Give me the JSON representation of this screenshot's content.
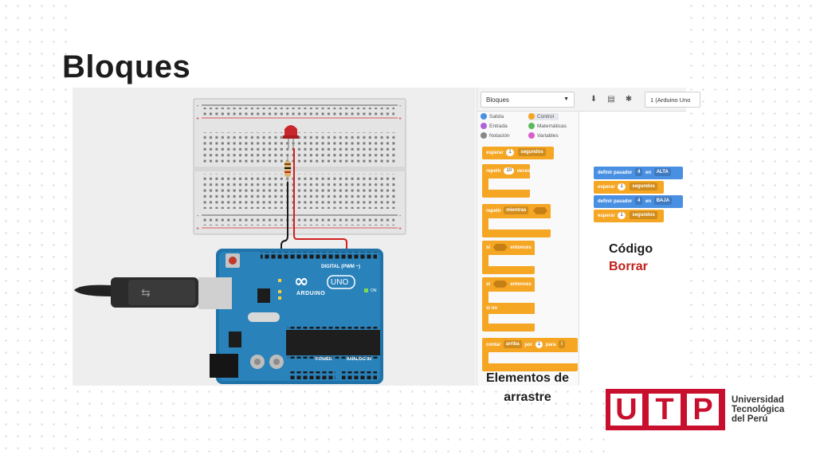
{
  "slide": {
    "title": "Bloques"
  },
  "editor": {
    "toolbar": {
      "mode_select": "Bloques",
      "board_select": "1 (Arduino Uno",
      "icons": [
        "download-icon",
        "upload-icon",
        "bug-icon"
      ]
    },
    "categories": [
      {
        "label": "Salida",
        "color": "#4a90e2"
      },
      {
        "label": "Control",
        "color": "#f5a623"
      },
      {
        "label": "Entrada",
        "color": "#b063d8"
      },
      {
        "label": "Matemáticas",
        "color": "#5cb85c"
      },
      {
        "label": "Notación",
        "color": "#888888"
      },
      {
        "label": "Variables",
        "color": "#d85ec9"
      }
    ],
    "palette_blocks": {
      "wait": {
        "label": "esperar",
        "value": "1",
        "unit": "segundos"
      },
      "repeat": {
        "label": "repetir",
        "value": "10",
        "unit": "veces"
      },
      "repeat_while": {
        "label": "repetir",
        "mode": "mientras"
      },
      "if_then": {
        "label": "si",
        "then": "entonces"
      },
      "if_else": {
        "label": "si",
        "then": "entonces",
        "else": "si no"
      },
      "count": {
        "label": "contar",
        "dir": "arriba",
        "by": "por",
        "step": "1",
        "for": "para",
        "var": "i"
      }
    },
    "script_blocks": [
      {
        "label": "definir pasador",
        "pin": "4",
        "en": "en",
        "state": "ALTA"
      },
      {
        "label": "esperar",
        "value": "1",
        "unit": "segundos"
      },
      {
        "label": "definir pasador",
        "pin": "4",
        "en": "en",
        "state": "BAJA"
      },
      {
        "label": "esperar",
        "value": "1",
        "unit": "segundos"
      }
    ]
  },
  "circuit": {
    "board_label": "ARDUINO",
    "board_model": "UNO",
    "digital_label": "DIGITAL (PWM ~)",
    "power_label": "POWER",
    "analog_label": "ANALOG IN",
    "on_label": "ON"
  },
  "annotations": {
    "code": "Código",
    "clear": "Borrar",
    "drag": "Elementos de arrastre"
  },
  "logo": {
    "letters": [
      "U",
      "T",
      "P"
    ],
    "line1": "Universidad",
    "line2": "Tecnológica",
    "line3": "del Perú",
    "color": "#c8102e"
  }
}
